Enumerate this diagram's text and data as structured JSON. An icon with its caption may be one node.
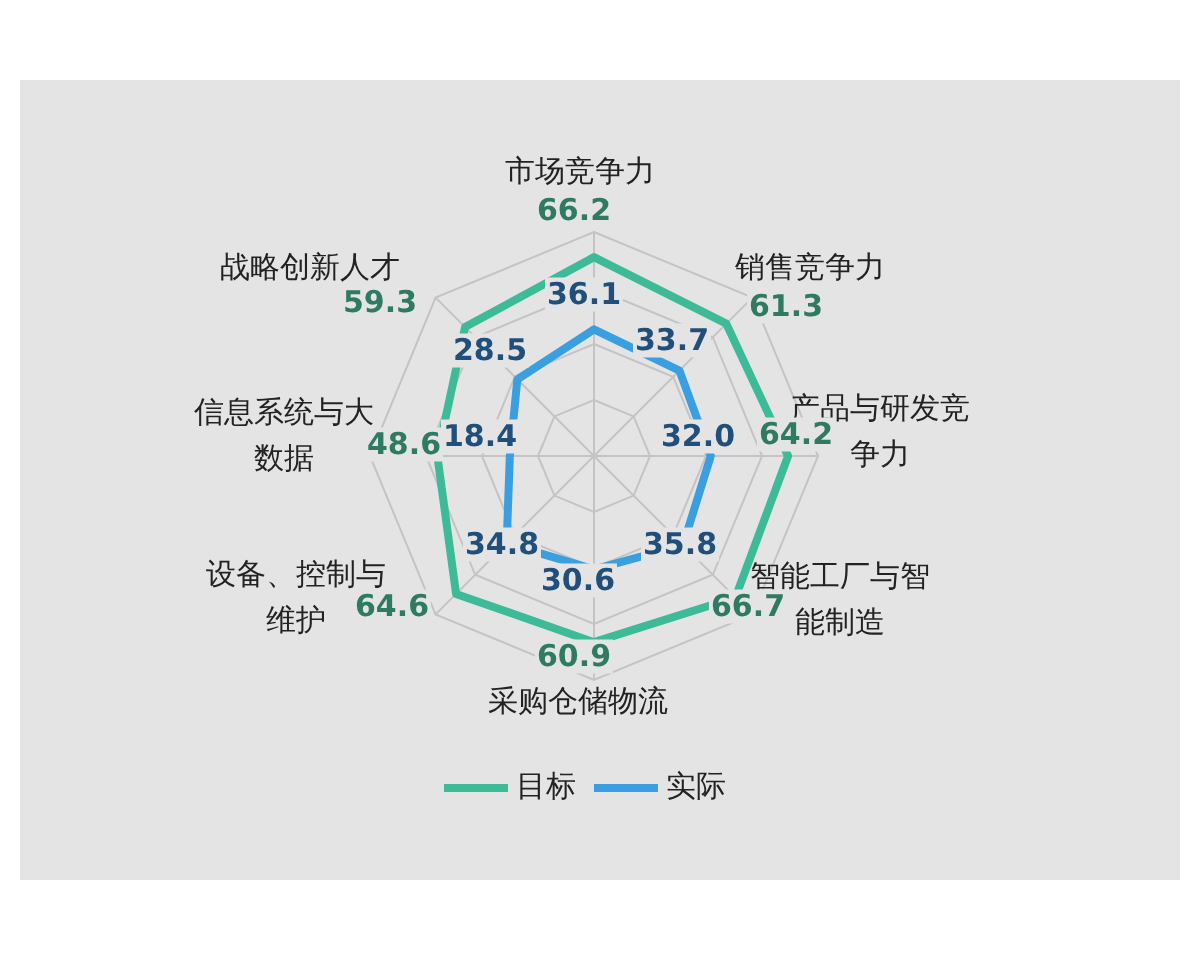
{
  "diagram": {
    "labels": [
      "市场竞争力",
      "66.2",
      "销售竞争力",
      "战略创新人才",
      "36.1",
      "61.3",
      "59.3",
      "33.7",
      "28.5",
      "产品与研发竞争力",
      "信息系统与大数据",
      "48.6",
      "18.4",
      "32.0",
      "64.2",
      "35.8",
      "34.8",
      "设备、控制与维护",
      "64.6",
      "30.6",
      "智能工厂与智能制造",
      "66.7",
      "60.9",
      "采购仓储物流"
    ],
    "legend": [
      {
        "text": "目标"
      },
      {
        "text": "实际"
      }
    ]
  }
}
